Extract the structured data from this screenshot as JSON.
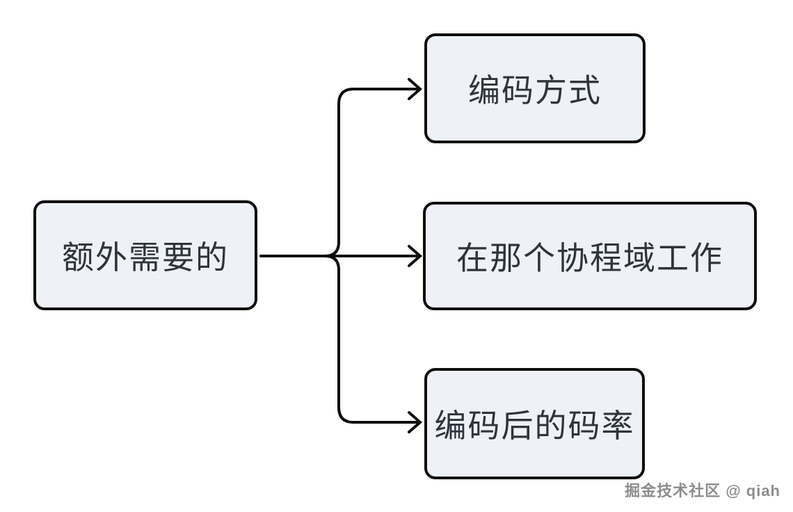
{
  "diagram": {
    "root": {
      "label": "额外需要的"
    },
    "children": [
      {
        "label": "编码方式"
      },
      {
        "label": "在那个协程域工作"
      },
      {
        "label": "编码后的码率"
      }
    ]
  },
  "watermark": {
    "text": "掘金技术社区 @ qiah"
  },
  "colors": {
    "background": "#ffffff",
    "node_fill": "#eef1f6",
    "node_border": "#0d0d0d",
    "node_text": "#2f343c",
    "connector": "#0d0d0d",
    "watermark_text": "#8d8d8d"
  }
}
